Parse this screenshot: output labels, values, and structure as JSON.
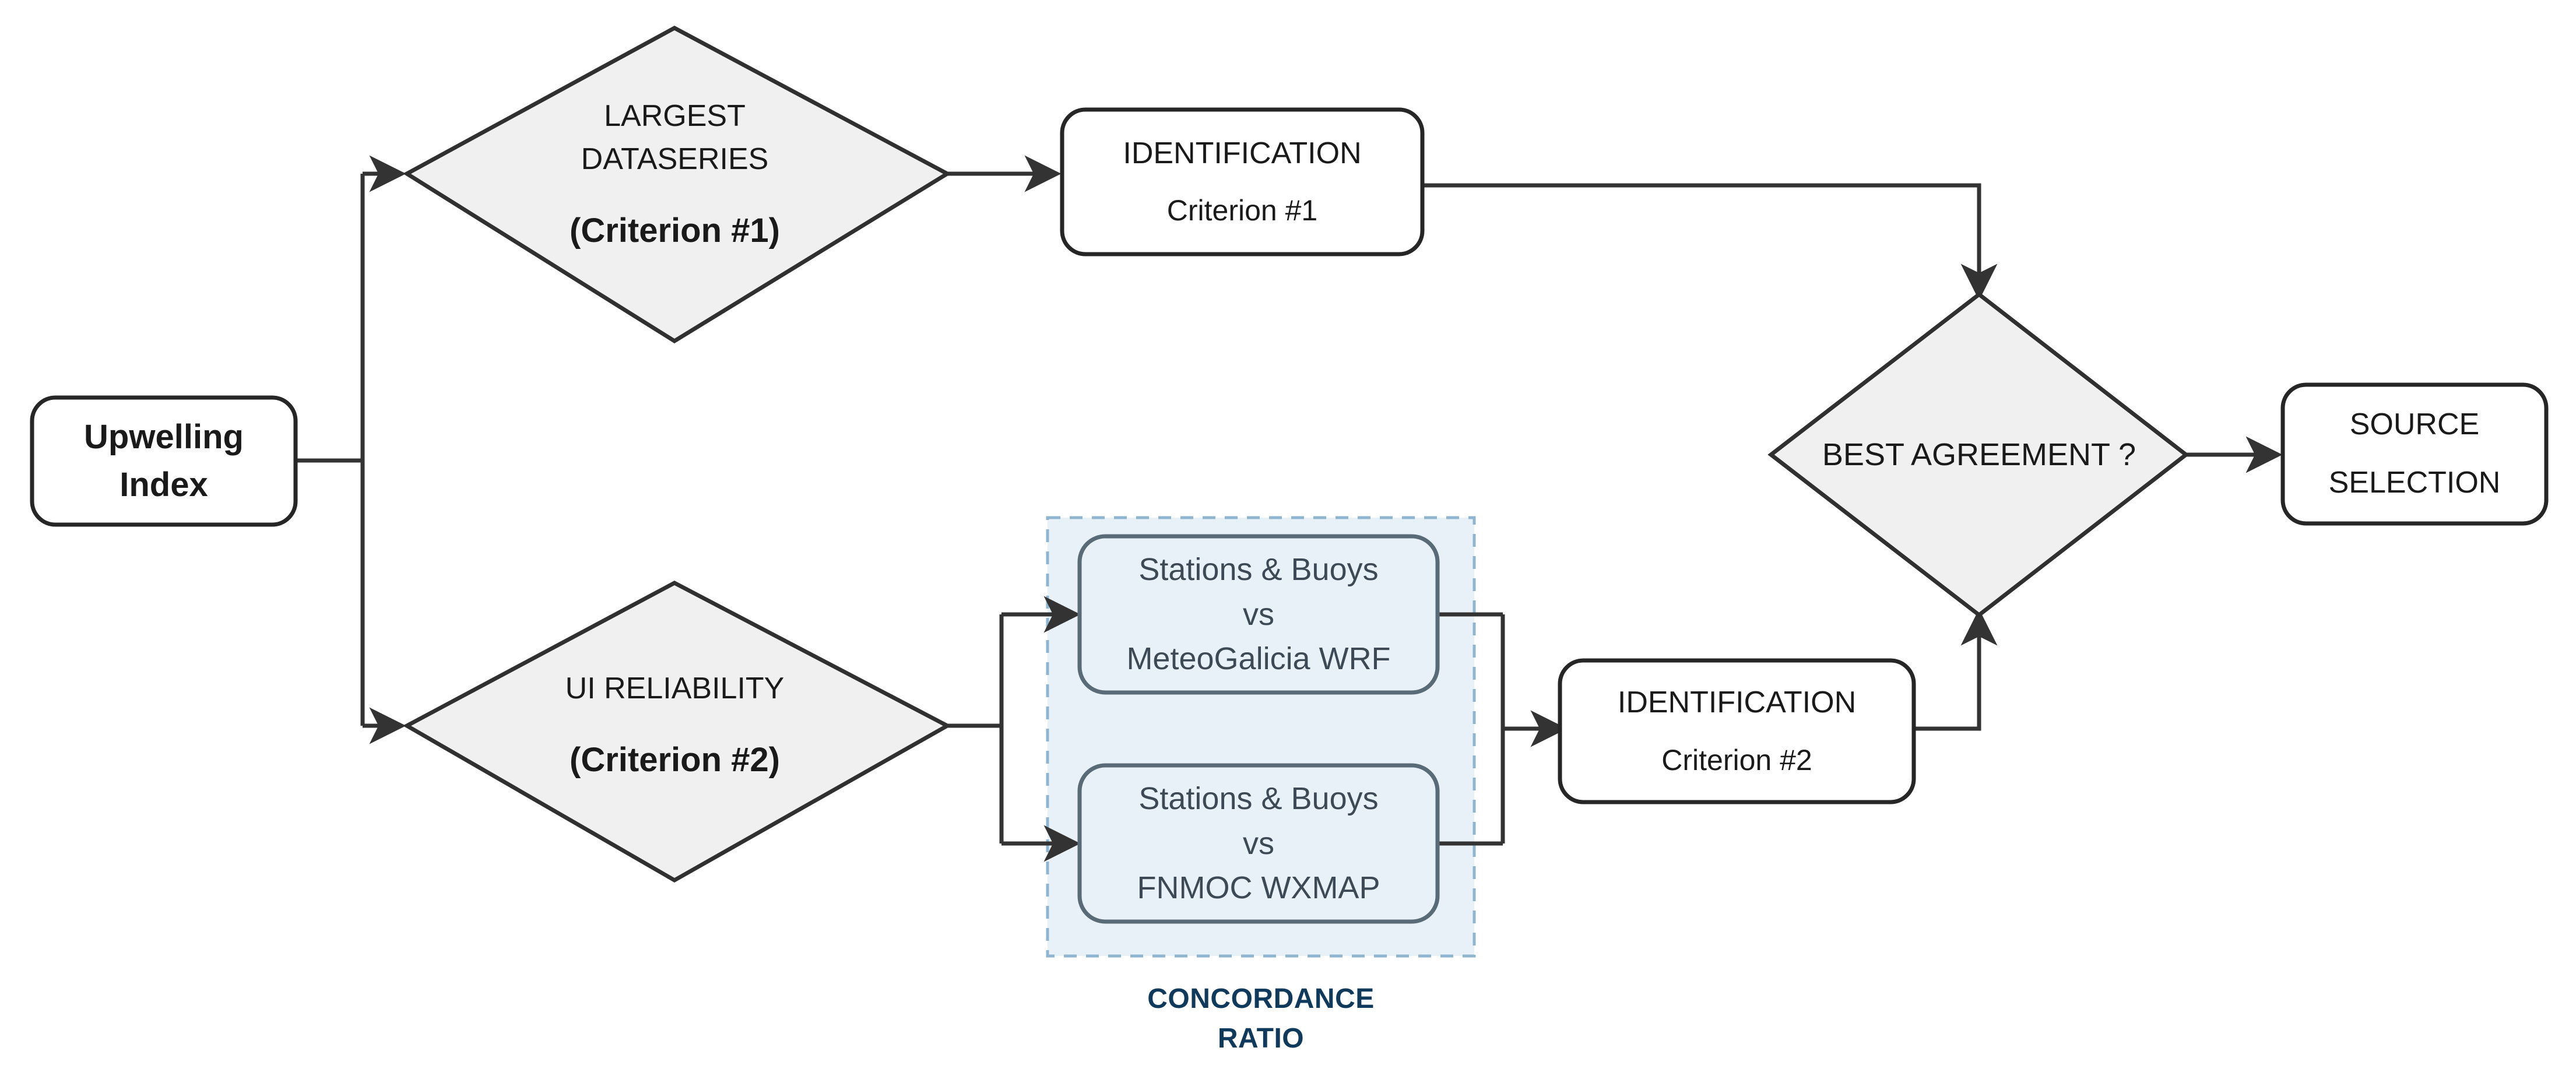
{
  "diagram": {
    "title": "Upwelling Index source selection flowchart",
    "colors": {
      "diamond_fill": "#F0F0F0",
      "diamond_stroke": "#303030",
      "box_fill": "#FFFFFF",
      "box_stroke": "#262626",
      "group_fill": "#E8F1F8",
      "group_stroke": "#8FB5D1",
      "group_box_stroke": "#5A6B78",
      "group_label_color": "#103A5C",
      "connector_color": "#333333",
      "text_color": "#1A1A1A"
    },
    "nodes": {
      "start": {
        "shape": "rounded-rectangle",
        "line1": "Upwelling",
        "line2": "Index"
      },
      "criterion1_diamond": {
        "shape": "diamond",
        "line1": "LARGEST",
        "line2": "DATASERIES",
        "line3": "(Criterion #1)"
      },
      "criterion2_diamond": {
        "shape": "diamond",
        "line1": "UI RELIABILITY",
        "line2": "(Criterion #2)"
      },
      "identification1": {
        "shape": "rounded-rectangle",
        "line1": "IDENTIFICATION",
        "line2": "Criterion #1"
      },
      "identification2": {
        "shape": "rounded-rectangle",
        "line1": "IDENTIFICATION",
        "line2": "Criterion #2"
      },
      "comparison_wrf": {
        "shape": "rounded-rectangle",
        "line1": "Stations & Buoys",
        "line2": "vs",
        "line3": "MeteoGalicia WRF"
      },
      "comparison_wxmap": {
        "shape": "rounded-rectangle",
        "line1": "Stations & Buoys",
        "line2": "vs",
        "line3": "FNMOC WXMAP"
      },
      "best_agreement": {
        "shape": "diamond",
        "line1": "BEST AGREEMENT ?"
      },
      "source_selection": {
        "shape": "rounded-rectangle",
        "line1": "SOURCE",
        "line2": "SELECTION"
      }
    },
    "groups": {
      "concordance": {
        "caption_line1": "CONCORDANCE",
        "caption_line2": "RATIO"
      }
    },
    "edges": [
      {
        "from": "start",
        "to": "criterion1_diamond",
        "style": "orthogonal-arrow"
      },
      {
        "from": "start",
        "to": "criterion2_diamond",
        "style": "orthogonal-arrow"
      },
      {
        "from": "criterion1_diamond",
        "to": "identification1",
        "style": "straight-arrow"
      },
      {
        "from": "identification1",
        "to": "best_agreement",
        "style": "orthogonal-arrow"
      },
      {
        "from": "criterion2_diamond",
        "to": "comparison_wrf",
        "style": "orthogonal-arrow"
      },
      {
        "from": "criterion2_diamond",
        "to": "comparison_wxmap",
        "style": "orthogonal-arrow"
      },
      {
        "from": "comparison_wrf",
        "to": "identification2",
        "style": "orthogonal-arrow"
      },
      {
        "from": "comparison_wxmap",
        "to": "identification2",
        "style": "orthogonal-arrow"
      },
      {
        "from": "identification2",
        "to": "best_agreement",
        "style": "orthogonal-arrow"
      },
      {
        "from": "best_agreement",
        "to": "source_selection",
        "style": "straight-arrow"
      }
    ]
  }
}
